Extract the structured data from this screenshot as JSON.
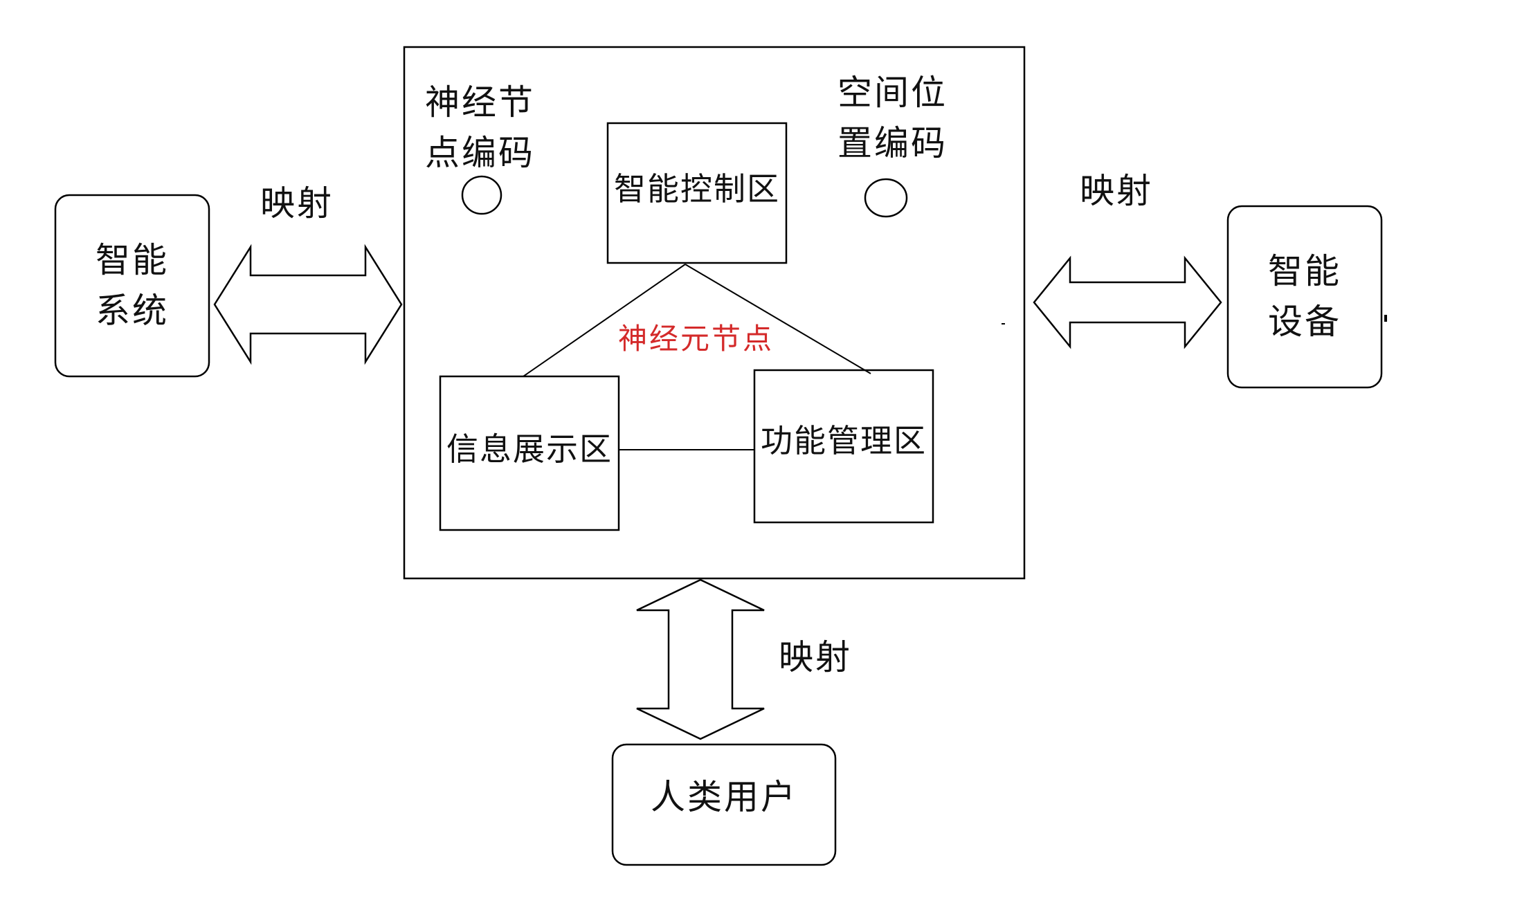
{
  "colors": {
    "line": "#000000",
    "text": "#111111",
    "accent_red": "#d42a2a"
  },
  "nodes": {
    "smart_system": {
      "line1": "智能",
      "line2": "系统"
    },
    "smart_device": {
      "line1": "智能",
      "line2": "设备"
    },
    "human_user": "人类用户"
  },
  "platform": {
    "neural_node_code": {
      "line1": "神经节",
      "line2": "点编码"
    },
    "spatial_position_code": {
      "line1": "空间位",
      "line2": "置编码"
    },
    "control_zone": "智能控制区",
    "info_zone": "信息展示区",
    "function_zone": "功能管理区",
    "neuron_node": "神经元节点"
  },
  "mappings": {
    "left": "映射",
    "right": "映射",
    "bottom": "映射"
  }
}
